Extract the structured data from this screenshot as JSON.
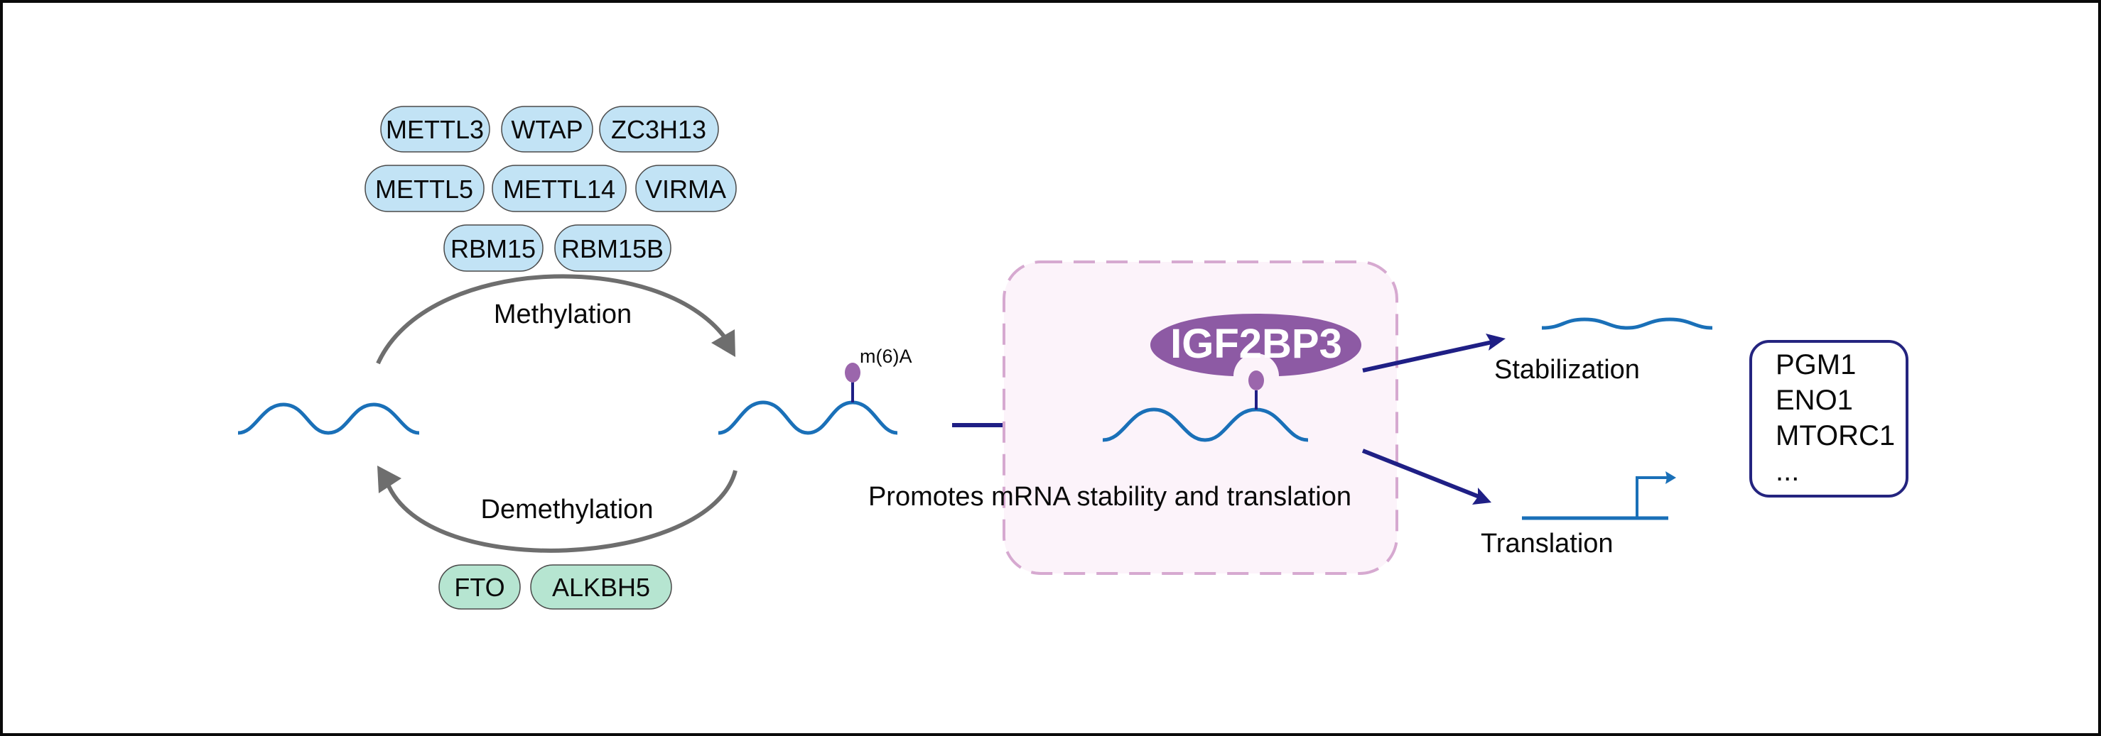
{
  "figure": {
    "writers": [
      {
        "label": "METTL3"
      },
      {
        "label": "WTAP"
      },
      {
        "label": "ZC3H13"
      },
      {
        "label": "METTL5"
      },
      {
        "label": "METTL14"
      },
      {
        "label": "VIRMA"
      },
      {
        "label": "RBM15"
      },
      {
        "label": "RBM15B"
      }
    ],
    "erasers": [
      {
        "label": "FTO"
      },
      {
        "label": "ALKBH5"
      }
    ],
    "methylation_label": "Methylation",
    "demethylation_label": "Demethylation",
    "modification_label": "m(6)A",
    "reader": {
      "label": "IGF2BP3",
      "description": "Promotes mRNA stability and translation"
    },
    "outcomes": {
      "stabilization_label": "Stabilization",
      "translation_label": "Translation"
    },
    "targets": [
      "PGM1",
      "ENO1",
      "MTORC1",
      "..."
    ],
    "colors": {
      "writer_fill": "#c2e3f5",
      "eraser_fill": "#b6e5d1",
      "pill_stroke": "#4a4a4a",
      "rna": "#1a70b8",
      "arc_gray": "#6e6e6e",
      "arrow_navy": "#1f1f85",
      "igf2bp3_purple": "#8d5aa4",
      "m6a_dot": "#9b66ac",
      "box_fill": "#fcf3fa",
      "box_dash": "#d6a9d0",
      "target_box_border": "#24247f"
    }
  }
}
